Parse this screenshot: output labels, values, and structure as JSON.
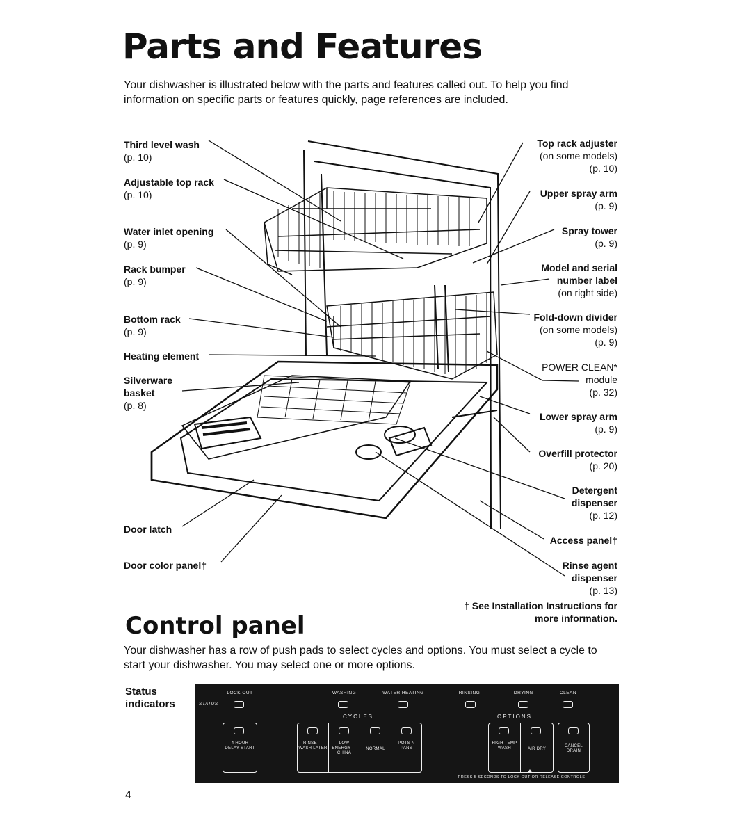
{
  "page": {
    "title": "Parts and Features",
    "intro": "Your dishwasher is illustrated below with the parts and features called out. To help you find information on specific parts or features quickly, page references are included.",
    "page_number": "4"
  },
  "left_callouts": [
    {
      "name": "Third level wash",
      "page": "(p. 10)"
    },
    {
      "name": "Adjustable top rack",
      "page": "(p. 10)"
    },
    {
      "name": "Water inlet opening",
      "page": "(p. 9)"
    },
    {
      "name": "Rack bumper",
      "page": "(p. 9)"
    },
    {
      "name": "Bottom rack",
      "page": "(p. 9)"
    },
    {
      "name": "Heating element",
      "page": ""
    },
    {
      "name": "Silverware basket",
      "page": "(p. 8)"
    },
    {
      "name": "Door latch",
      "page": ""
    },
    {
      "name": "Door color panel†",
      "page": ""
    }
  ],
  "right_callouts": [
    {
      "name": "Top rack adjuster",
      "note": "(on some models)",
      "page": "(p. 10)"
    },
    {
      "name": "Upper spray arm",
      "note": "",
      "page": "(p. 9)"
    },
    {
      "name": "Spray tower",
      "note": "",
      "page": "(p. 9)"
    },
    {
      "name": "Model and serial number label",
      "note": "(on right side)",
      "page": ""
    },
    {
      "name": "Fold-down divider",
      "note": "(on some models)",
      "page": "(p. 9)"
    },
    {
      "name": "POWER CLEAN* module",
      "note": "",
      "page": "(p. 32)"
    },
    {
      "name": "Lower spray arm",
      "note": "",
      "page": "(p. 9)"
    },
    {
      "name": "Overfill protector",
      "note": "",
      "page": "(p. 20)"
    },
    {
      "name": "Detergent dispenser",
      "note": "",
      "page": "(p. 12)"
    },
    {
      "name": "Access panel†",
      "note": "",
      "page": ""
    },
    {
      "name": "Rinse agent dispenser",
      "note": "",
      "page": "(p. 13)"
    }
  ],
  "footnote": "† See Installation Instructions for more information.",
  "control": {
    "title": "Control panel",
    "intro": "Your dishwasher has a row of push pads to select cycles and options. You must select a cycle to start your dishwasher. You may select one or more options.",
    "status_label": "Status indicators",
    "panel": {
      "status_word": "STATUS",
      "indicators": [
        "LOCK OUT",
        "WASHING",
        "WATER HEATING",
        "RINSING",
        "DRYING",
        "CLEAN"
      ],
      "cycles_label": "CYCLES",
      "options_label": "OPTIONS",
      "delay_pad": "4 HOUR DELAY START",
      "cycle_pads": [
        "RINSE — WASH LATER",
        "LOW ENERGY — CHINA",
        "NORMAL",
        "POTS N PANS"
      ],
      "option_pads": [
        "HIGH TEMP WASH",
        "AIR DRY"
      ],
      "cancel_pad": "CANCEL DRAIN",
      "lockout_hint": "PRESS 5 SECONDS TO LOCK OUT OR RELEASE CONTROLS"
    }
  }
}
